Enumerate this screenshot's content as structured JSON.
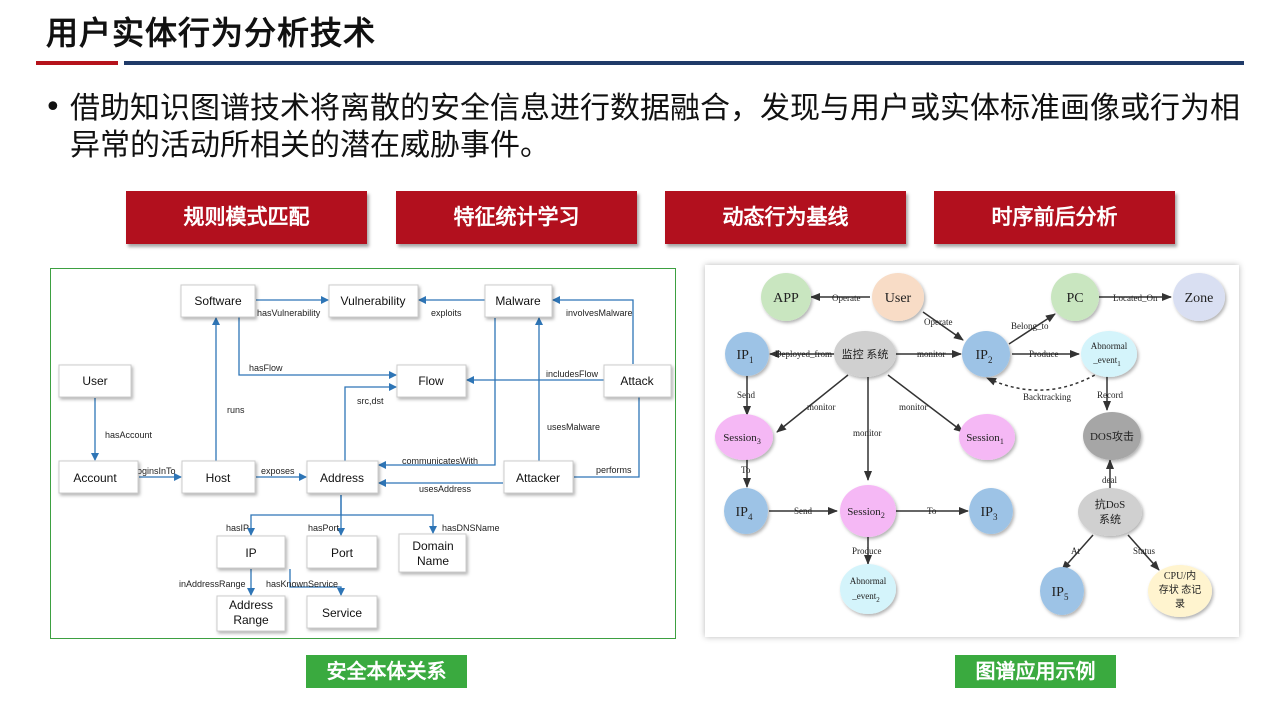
{
  "title": "用户实体行为分析技术",
  "bullet": "•",
  "description": "借助知识图谱技术将离散的安全信息进行数据融合，发现与用户或实体标准画像或行为相异常的活动所相关的潜在威胁事件。",
  "tabs": [
    {
      "label": "规则模式匹配"
    },
    {
      "label": "特征统计学习"
    },
    {
      "label": "动态行为基线"
    },
    {
      "label": "时序前后分析"
    }
  ],
  "ontology": {
    "nodes": {
      "software": "Software",
      "vulnerability": "Vulnerability",
      "malware": "Malware",
      "user": "User",
      "flow": "Flow",
      "attack": "Attack",
      "account": "Account",
      "host": "Host",
      "address": "Address",
      "attacker": "Attacker",
      "ip": "IP",
      "port": "Port",
      "domain_line1": "Domain",
      "domain_line2": "Name",
      "range_line1": "Address",
      "range_line2": "Range",
      "service": "Service"
    },
    "edges": {
      "hasVulnerability": "hasVulnerability",
      "exploits": "exploits",
      "involvesMalware": "involvesMalware",
      "hasFlow": "hasFlow",
      "includesFlow": "includesFlow",
      "srcdst": "src,dst",
      "runs": "runs",
      "hasAccount": "hasAccount",
      "usesMalware": "usesMalware",
      "communicatesWith": "communicatesWith",
      "loginsInTo": "loginsInTo",
      "exposes": "exposes",
      "performs": "performs",
      "usesAddress": "usesAddress",
      "hasIP": "hasIP",
      "hasPort": "hasPort",
      "hasDNSName": "hasDNSName",
      "inAddressRange": "inAddressRange",
      "hasKnownService": "hasKnownService"
    }
  },
  "graph": {
    "nodes": {
      "app": "APP",
      "user": "User",
      "pc": "PC",
      "zone": "Zone",
      "ip1": "IP",
      "ip1_sub": "1",
      "monitor_sys": "监控 系统",
      "ip2": "IP",
      "ip2_sub": "2",
      "abn1_line1": "Abnormal",
      "abn1_line2": "_event",
      "abn1_sub": "1",
      "session3": "Session",
      "session3_sub": "3",
      "session1": "Session",
      "session1_sub": "1",
      "dos": "DOS攻击",
      "ip4": "IP",
      "ip4_sub": "4",
      "session2": "Session",
      "session2_sub": "2",
      "ip3": "IP",
      "ip3_sub": "3",
      "antidos_line1": "抗DoS",
      "antidos_line2": "系统",
      "abn2_line1": "Abnormal",
      "abn2_line2": "_event",
      "abn2_sub": "2",
      "ip5": "IP",
      "ip5_sub": "5",
      "cpu_line1": "CPU/内",
      "cpu_line2": "存状 态记",
      "cpu_line3": "录"
    },
    "edges": {
      "operate1": "Operate",
      "operate2": "Operate",
      "located_on": "Located_On",
      "belong_to": "Belong_to",
      "deployed_from": "Deployed_from",
      "monitor1": "monitor",
      "produce1": "Produce",
      "send1": "Send",
      "monitor2": "monitor",
      "monitor3": "monitor",
      "monitor4": "monitor",
      "backtracking": "Backtracking",
      "record": "Record",
      "to1": "To",
      "send2": "Send",
      "to2": "To",
      "deal": "deal",
      "produce2": "Produce",
      "at": "At",
      "status": "Status"
    }
  },
  "captions": {
    "left": "安全本体关系",
    "right": "图谱应用示例"
  },
  "colors": {
    "accent_red": "#b2101e",
    "rule_blue": "#1f3a68",
    "caption_green": "#3aaa3f",
    "edge_blue": "#2e75b6",
    "node_blue": "#9dc3e6",
    "node_pink": "#f5b8f5",
    "node_gray": "#d0d0d0",
    "node_green": "#c9e6c0",
    "node_peach": "#f8dcc6",
    "node_lavender": "#d9dff2",
    "node_cyan": "#d4f4fb",
    "node_cream": "#fff4cf"
  }
}
